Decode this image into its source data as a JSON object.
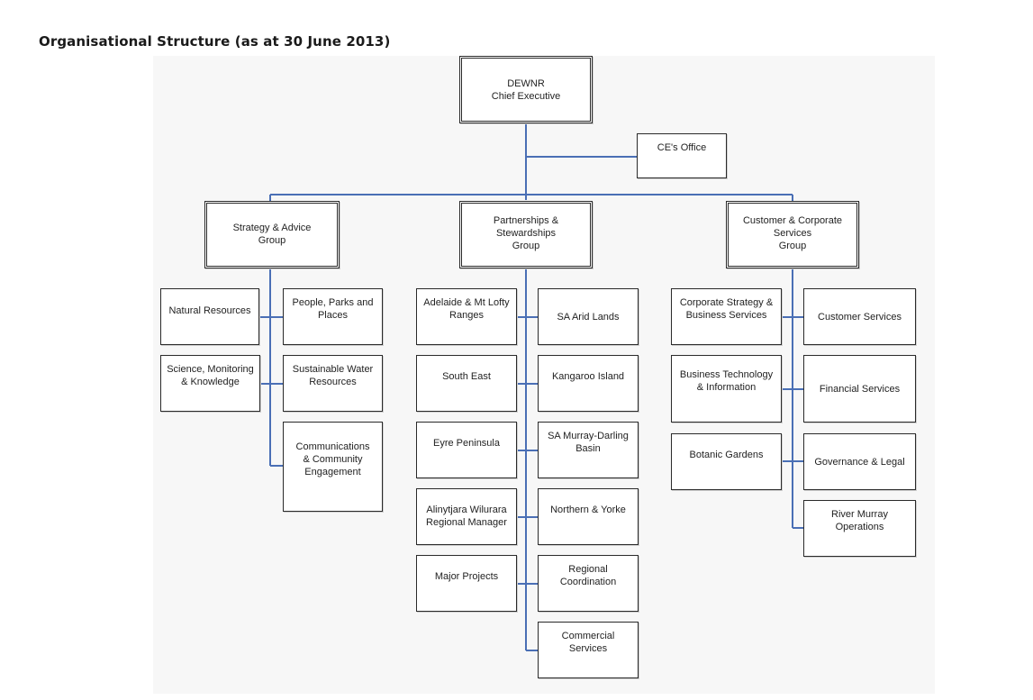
{
  "title": "Organisational Structure (as at 30 June 2013)",
  "line_color": "#4a6fb5",
  "chief": "DEWNR\nChief Executive",
  "ce_office": "CE's Office",
  "groups": {
    "strategy": "Strategy & Advice\nGroup",
    "partnerships": "Partnerships &\nStewardships\nGroup",
    "customer": "Customer & Corporate\nServices\nGroup"
  },
  "strategy_units": {
    "natural_resources": "Natural Resources",
    "people_parks": "People, Parks and\nPlaces",
    "science": "Science, Monitoring\n& Knowledge",
    "water": "Sustainable Water\nResources",
    "communications": "Communications\n& Community\nEngagement"
  },
  "partnership_units": {
    "adelaide": "Adelaide & Mt Lofty\nRanges",
    "arid": "SA Arid Lands",
    "south_east": "South East",
    "kangaroo": "Kangaroo Island",
    "eyre": "Eyre Peninsula",
    "murray_darling": "SA Murray-Darling\nBasin",
    "alinytjara": "Alinytjara Wilurara\nRegional Manager",
    "northern": "Northern & Yorke",
    "major_projects": "Major Projects",
    "regional": "Regional\nCoordination",
    "commercial": "Commercial\nServices"
  },
  "customer_units": {
    "corporate_strategy": "Corporate Strategy &\nBusiness Services",
    "customer_services": "Customer Services",
    "business_tech": "Business Technology\n& Information",
    "financial": "Financial Services",
    "botanic": "Botanic Gardens",
    "governance": "Governance & Legal",
    "river_murray": "River Murray\nOperations"
  }
}
